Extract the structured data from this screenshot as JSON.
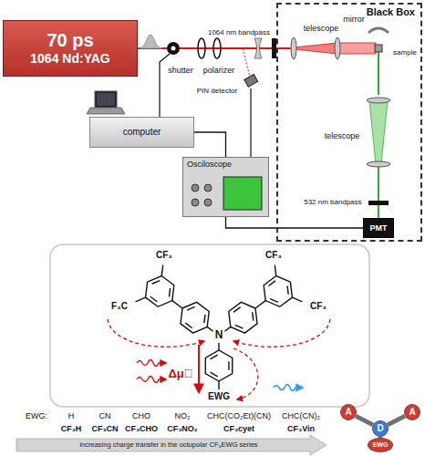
{
  "diagram": {
    "nodes": [
      {
        "text": [
          "70 ps",
          "1064 Nd:YAG"
        ]
      },
      {
        "text": [
          "Black Box"
        ]
      },
      {
        "text": [
          "PMT"
        ],
        "in": 1
      },
      {
        "text": [
          "computer"
        ]
      },
      {
        "text": [
          "Osciloscope"
        ]
      },
      {
        "text": [
          "A"
        ]
      },
      {
        "text": [
          "A"
        ]
      },
      {
        "text": [
          "D"
        ]
      },
      {
        "text": [
          "EWG"
        ]
      }
    ],
    "edges": [
      {
        "from": 3,
        "to": 4,
        "arrow": "none"
      },
      {
        "from": 2,
        "to": 4,
        "arrow": "none"
      },
      {
        "from": 7,
        "to": 5,
        "arrow": "none"
      },
      {
        "from": 7,
        "to": 6,
        "arrow": "none"
      },
      {
        "from": 7,
        "to": 8,
        "arrow": "none"
      }
    ],
    "labels": [
      "shutter",
      "polarizer",
      "PIN detector",
      "1064 nm bandpass",
      "telescope",
      "mirror",
      "sample",
      "telescope",
      "532 nm bandpass",
      "CF₃",
      "F₃C",
      "CF₃",
      "CF₃",
      "N",
      "Δμ⃗",
      "EWG",
      "EWG:",
      "H",
      "CN",
      "CHO",
      "NO₂",
      "CHC(CO₂Et)(CN)",
      "CHC(CN)₂",
      "CF₃H",
      "CF₃CN",
      "CF₃CHO",
      "CF₃NO₂",
      "CF₃cyet",
      "CF₃Vin",
      "increasing charge transfer in the octupolar CF₃EWG series"
    ]
  }
}
